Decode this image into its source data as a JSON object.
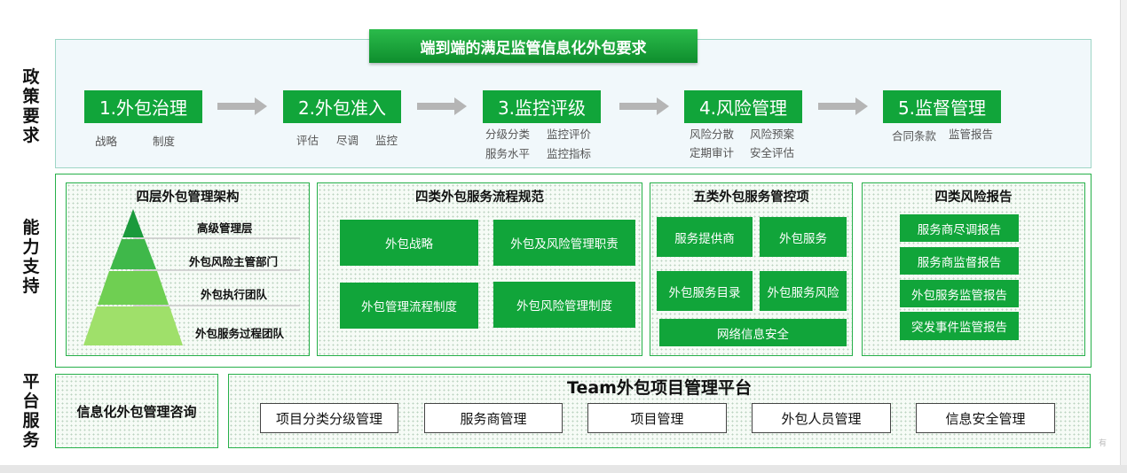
{
  "side_labels": {
    "policy": "政策要求",
    "capability": "能力支持",
    "platform": "平台服务"
  },
  "policy": {
    "title": "端到端的满足监管信息化外包要求",
    "steps": [
      {
        "label": "1.外包治理",
        "subs": [
          "战略",
          "制度"
        ]
      },
      {
        "label": "2.外包准入",
        "subs": [
          "评估",
          "尽调",
          "监控"
        ]
      },
      {
        "label": "3.监控评级",
        "subs_row1": [
          "分级分类",
          "监控评价"
        ],
        "subs_row2": [
          "服务水平",
          "监控指标"
        ]
      },
      {
        "label": "4.风险管理",
        "subs_row1": [
          "风险分散",
          "风险预案"
        ],
        "subs_row2": [
          "定期审计",
          "安全评估"
        ]
      },
      {
        "label": "5.监督管理",
        "subs": [
          "合同条款",
          "监管报告"
        ]
      }
    ]
  },
  "capability": {
    "pyramid": {
      "title": "四层外包管理架构",
      "layers": [
        "高级管理层",
        "外包风险主管部门",
        "外包执行团队",
        "外包服务过程团队"
      ],
      "colors": [
        "#1a9a3c",
        "#3fb84a",
        "#6fcf52",
        "#9fe06a"
      ]
    },
    "process": {
      "title": "四类外包服务流程规范",
      "items": [
        "外包战略",
        "外包及风险管理职责",
        "外包管理流程制度",
        "外包风险管理制度"
      ]
    },
    "control": {
      "title": "五类外包服务管控项",
      "items": [
        "服务提供商",
        "外包服务",
        "外包服务目录",
        "外包服务风险",
        "网络信息安全"
      ]
    },
    "reports": {
      "title": "四类风险报告",
      "items": [
        "服务商尽调报告",
        "服务商监督报告",
        "外包服务监管报告",
        "突发事件监管报告"
      ]
    }
  },
  "platform": {
    "consulting": "信息化外包管理咨询",
    "title": "Team外包项目管理平台",
    "modules": [
      "项目分类分级管理",
      "服务商管理",
      "项目管理",
      "外包人员管理",
      "信息安全管理"
    ]
  },
  "watermark": "有",
  "colors": {
    "accent_green": "#11a53a",
    "border_green": "#27b04a",
    "arrow_gray": "#b5b5b5"
  }
}
